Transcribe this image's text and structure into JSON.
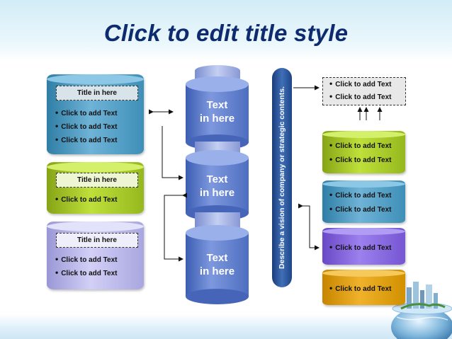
{
  "slide": {
    "title": "Click to edit title style"
  },
  "left_panels": [
    {
      "title": "Title in here",
      "bullets": [
        "Click to add Text",
        "Click to add Text",
        "Click to add Text"
      ]
    },
    {
      "title": "Title in here",
      "bullets": [
        "Click to add Text"
      ]
    },
    {
      "title": "Title in here",
      "bullets": [
        "Click to add Text",
        "Click to add Text"
      ]
    }
  ],
  "center_cylinders": [
    {
      "line1": "Text",
      "line2": "in here"
    },
    {
      "line1": "Text",
      "line2": "in here"
    },
    {
      "line1": "Text",
      "line2": "in here"
    }
  ],
  "vision_bar": {
    "text": "Describe a vision of company or strategic contents."
  },
  "right_top": {
    "bullets": [
      "Click to add Text",
      "Click to add Text"
    ]
  },
  "right_boxes": [
    {
      "bullets": [
        "Click to add Text",
        "Click to add Text"
      ]
    },
    {
      "bullets": [
        "Click to add Text",
        "Click to add Text"
      ]
    },
    {
      "bullets": [
        "Click to add Text"
      ]
    },
    {
      "bullets": [
        "Click to add Text"
      ]
    }
  ],
  "colors": {
    "title": "#0d2b6e",
    "center_cylinder": "#4d6ec0",
    "vision_bar": "#1e4586",
    "blue": "#3e8fb8",
    "green": "#95b81e",
    "lavender": "#a9a6e0",
    "purple": "#7656d2",
    "orange": "#d09000"
  }
}
